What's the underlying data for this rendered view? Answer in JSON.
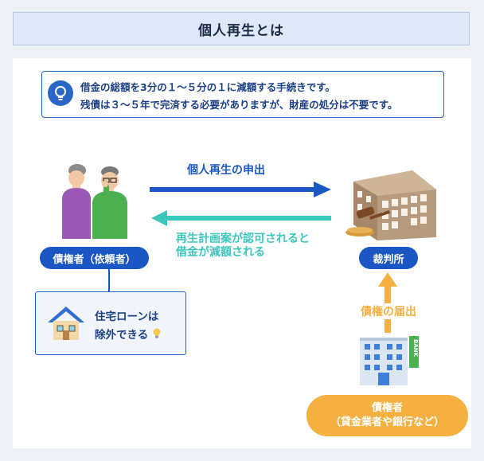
{
  "title": "個人再生とは",
  "info": {
    "line1": "借金の総額を3分の１〜５分の１に減額する手続きです。",
    "line2": "残債は３〜５年で完済する必要がありますが、財産の処分は不要です。"
  },
  "arrows": {
    "application": "個人再生の申出",
    "approval_line1": "再生計画案が認可されると",
    "approval_line2": "借金が減額される",
    "claim_report": "債権の届出"
  },
  "labels": {
    "debtor": "債権者（依頼者）",
    "court": "裁判所",
    "creditor_line1": "債権者",
    "creditor_line2": "（貸金業者や銀行など）"
  },
  "note": {
    "line1": "住宅ローンは",
    "line2": "除外できる"
  },
  "bank_sign": "BANK",
  "colors": {
    "blue": "#1a56c4",
    "teal": "#3cc7bd",
    "orange": "#f5b041"
  }
}
